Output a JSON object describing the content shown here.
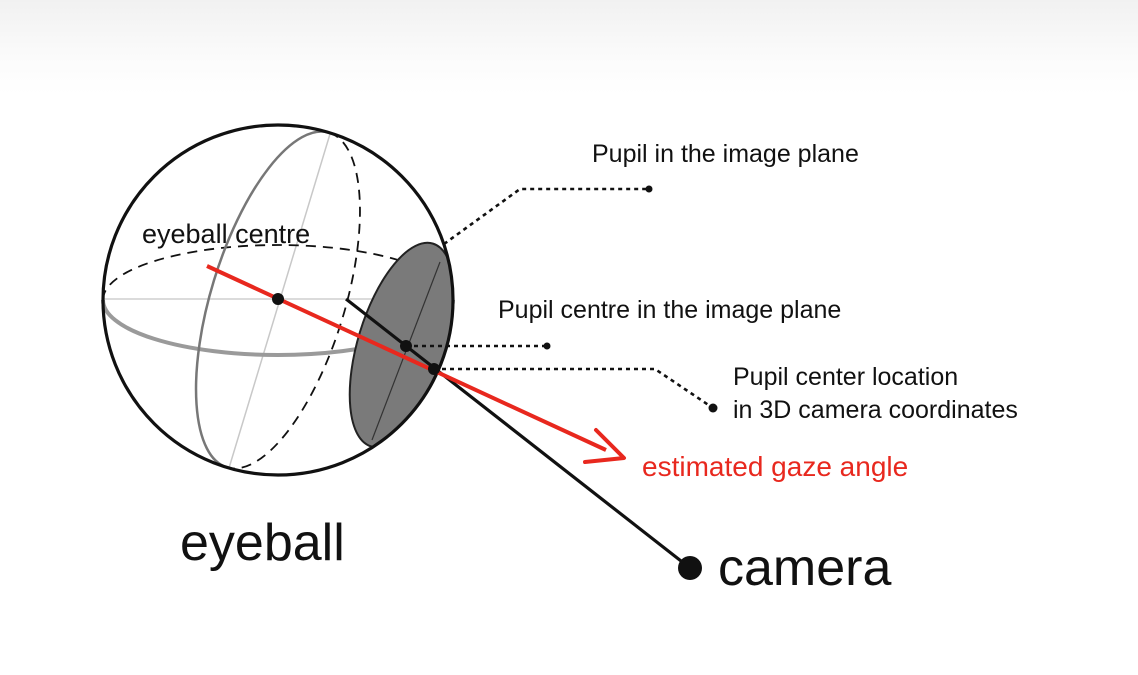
{
  "labels": {
    "eyeball_centre": "eyeball centre",
    "pupil_image_plane": "Pupil in the image plane",
    "pupil_centre_image_plane": "Pupil centre in the image plane",
    "pupil_center_3d_line1": "Pupil center location",
    "pupil_center_3d_line2": "in 3D camera coordinates",
    "gaze": "estimated gaze angle",
    "eyeball": "eyeball",
    "camera": "camera"
  },
  "colors": {
    "gaze_vector": "#e8281e",
    "outline": "#111111",
    "pupil_disk": "#7a7a7a",
    "meridian": "#777777",
    "background": "#ffffff"
  }
}
